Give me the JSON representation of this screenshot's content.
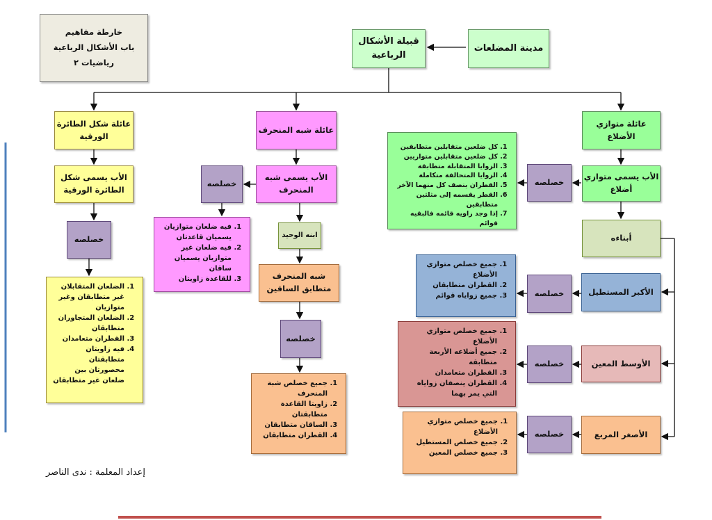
{
  "title_box": {
    "lines": [
      "خارطة مفاهيم",
      "باب الأشكال الرباعية",
      "رياضيات ٢"
    ]
  },
  "city": "مدينة المضلعات",
  "tribe": "قبيلة الأشكال الرباعية",
  "properties_label": "خصلصه",
  "kite": {
    "family": "عائلة شكل الطائرة الورقية",
    "father": "الأب يسمى شكل الطائرة الورقية",
    "properties": [
      "الضلعان المتقابلان غير متطابقان وغير متوازيان",
      "الضلعان المتجاوران متطابقان",
      "القطران متعامدان",
      "فيه زاويتان متطابقتان محصورتان بين ضلعان غير متطابقان"
    ]
  },
  "trapezoid": {
    "family": "عائلة شبه المنحرف",
    "father": "الأب يسمى شبه المنحرف",
    "properties": [
      "فيه ضلعان متوازيان يسميان قاعدتان",
      "فيه ضلعان غير متوازيان يسميان ساقان",
      "للقاعدة زاويتان"
    ],
    "only_son": "ابنه الوحيد",
    "son": "شبه المنحرف متطابق الساقين",
    "son_properties": [
      "جميع خصلص شبة المنحرف",
      "زاويتا القاعدة متطابقتان",
      "الساقان متطابقان",
      "القطران متطابقان"
    ]
  },
  "parallelogram": {
    "family": "عائلة متوازي الأضلاع",
    "father": "الأب يسمى متوازي أضلاع",
    "properties": [
      "كل ضلعين متقابلين متطابقين",
      "كل ضلعين متقابلين متوازيين",
      "الزوايا المتقابلة متطابقة",
      "الزوايا المتحالفة متكاملة",
      "القطران ينصف كل منهما الآخر",
      "القطر يقسمه إلى مثلثين متطابقين",
      "إذا وجد زاويه قائمه فالبقيه قوائم"
    ],
    "children": "أبناءه",
    "rectangle": {
      "name": "الأكبر المستطيل",
      "properties": [
        "جميع خصلص متوازي الأضلاع",
        "القطران متطابقان",
        "جميع زواياه قوائم"
      ]
    },
    "rhombus": {
      "name": "الأوسط المعين",
      "properties": [
        "جميع خصلص متوازي الأضلاع",
        "جميع أضلاعه الأربعة متطابقة",
        "القطران متعامدان",
        "القطران ينصفان زواياه التي يمر بهما"
      ]
    },
    "square": {
      "name": "الأصغر المربع",
      "properties": [
        "جميع خصلص متوازي الأضلاع",
        "جميع خصلص المستطيل",
        "جميع خصلص المعين"
      ]
    }
  },
  "footer": "إعداد المعلمة : ندى الناصر",
  "colors": {
    "side_line": "#4f81bd",
    "bottom_line": "#c0504d"
  }
}
